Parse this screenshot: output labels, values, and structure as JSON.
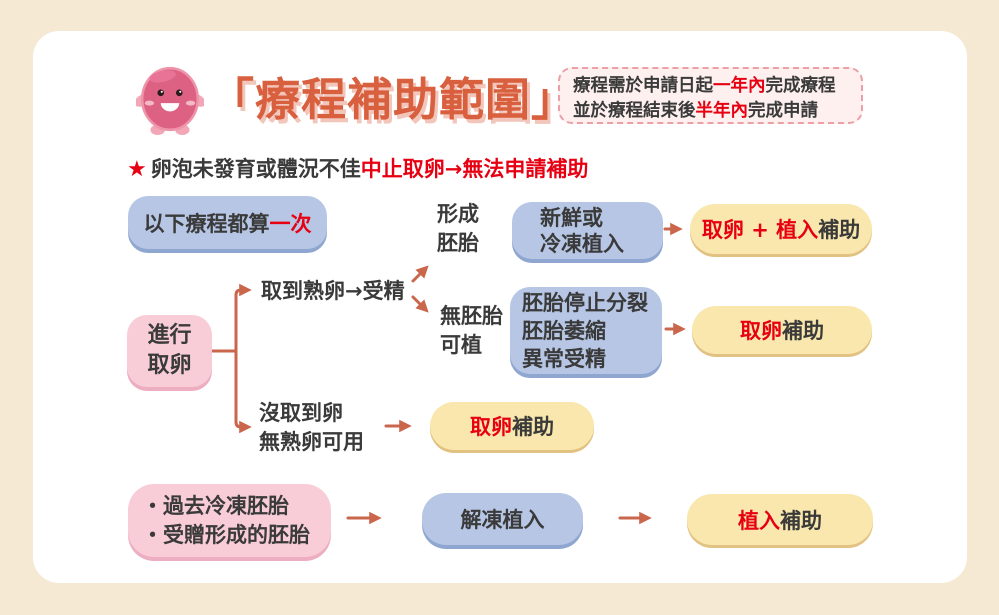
{
  "colors": {
    "background": "#f5e9d3",
    "card": "#ffffff",
    "title_orange": "#d9603f",
    "title_shadow_pink": "#f2c6ba",
    "accent_red": "#e60012",
    "arrow_orange": "#c9664c",
    "box_blue": "#b6c6e4",
    "box_pink": "#f8cdd8",
    "box_yellow": "#f9e7ad",
    "text_dark": "#3a3a3a",
    "notice_bg": "#fdf0ee",
    "notice_border": "#ec9fa7"
  },
  "header": {
    "mascot_icon": "pink-egg-mascot",
    "title": "「療程補助範圍」",
    "notice": {
      "line1_pre": "療程需於申請日起",
      "line1_highlight": "一年內",
      "line1_post": "完成療程",
      "line2_pre": "並於療程結束後",
      "line2_highlight": "半年內",
      "line2_post": "完成申請"
    }
  },
  "warning": {
    "star_icon": "★",
    "text_black": "卵泡未發育或體況不佳",
    "text_red": "中止取卵→無法申請補助"
  },
  "flow": {
    "count_note_pre": "以下療程都算",
    "count_note_highlight": "一次",
    "start_line1": "進行",
    "start_line2": "取卵",
    "branch_mature": "取到熟卵→受精",
    "label_formed_line1": "形成",
    "label_formed_line2": "胚胎",
    "label_no_embryo_line1": "無胚胎",
    "label_no_embryo_line2": "可植",
    "box_fresh_line1": "新鮮或",
    "box_fresh_line2": "冷凍植入",
    "box_failed_line1": "胚胎停止分裂",
    "box_failed_line2": "胚胎萎縮",
    "box_failed_line3": "異常受精",
    "result_top_red": "取卵 + 植入",
    "result_top_black": "補助",
    "result_mid_red": "取卵",
    "result_mid_black": "補助",
    "branch_no_egg_line1": "沒取到卵",
    "branch_no_egg_line2": "無熟卵可用",
    "result_bottom_red": "取卵",
    "result_bottom_black": "補助",
    "frozen_source_line1": "・過去冷凍胚胎",
    "frozen_source_line2": "・受贈形成的胚胎",
    "thaw_box": "解凍植入",
    "result_implant_red": "植入",
    "result_implant_black": "補助"
  }
}
